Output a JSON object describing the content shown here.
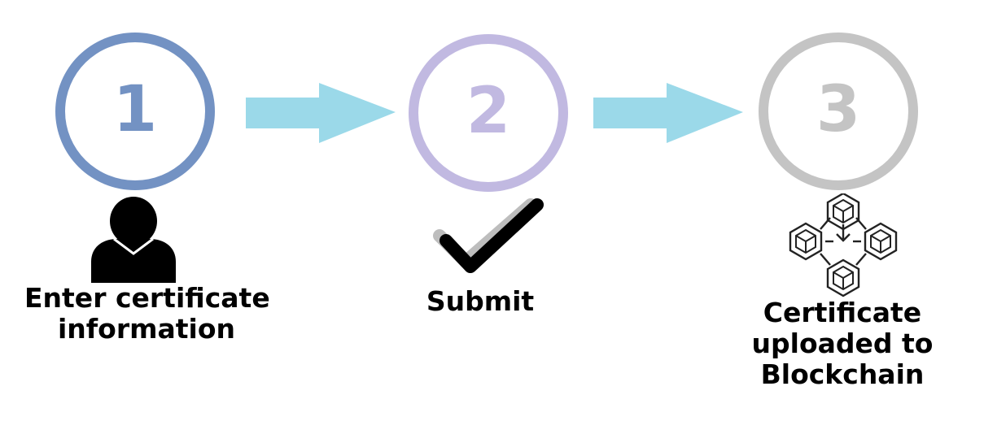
{
  "steps": [
    {
      "number": "1",
      "label_lines": [
        "Enter certificate",
        "information"
      ],
      "color": "#7392c3",
      "icon": "user-icon"
    },
    {
      "number": "2",
      "label_lines": [
        "Submit"
      ],
      "color": "#c1b9e1",
      "icon": "checkmark-icon"
    },
    {
      "number": "3",
      "label_lines": [
        "Certificate",
        "uploaded to",
        "Blockchain"
      ],
      "color": "#c4c4c4",
      "icon": "blockchain-icon"
    }
  ],
  "arrow_color": "#9bd9e9"
}
